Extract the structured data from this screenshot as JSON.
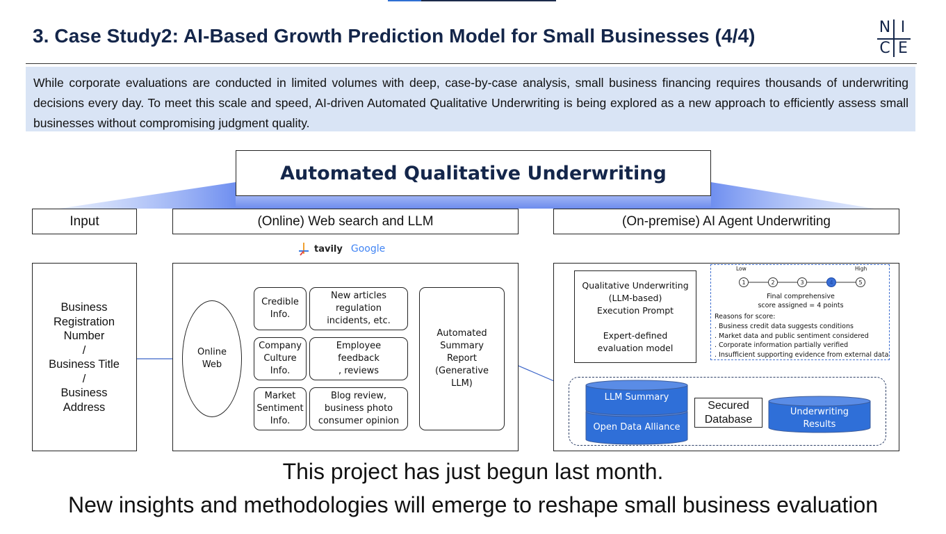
{
  "title": "3. Case Study2: AI-Based Growth Prediction Model for Small Businesses (4/4)",
  "logo": {
    "letters": [
      "N",
      "I",
      "C",
      "E"
    ]
  },
  "intro": "While corporate evaluations are conducted in limited volumes with deep, case-by-case analysis, small business financing requires thousands of underwriting decisions every day. To meet this scale and speed, AI-driven Automated Qualitative Underwriting is being explored as a new approach to efficiently assess small businesses without compromising judgment quality.",
  "diagram": {
    "main_title": "Automated Qualitative Underwriting",
    "headers": {
      "input": "Input",
      "online": "(Online) Web search and LLM",
      "onprem": "(On-premise) AI Agent Underwriting"
    },
    "tools": {
      "tavily": "tavily",
      "google": "Google"
    },
    "input_lines": [
      "Business",
      "Registration",
      "Number",
      "/",
      "Business Title",
      "/",
      "Business",
      "Address"
    ],
    "online_web": [
      "Online",
      "Web"
    ],
    "categories": [
      {
        "label": [
          "Credible",
          "Info."
        ],
        "detail": [
          "New articles",
          "regulation",
          "incidents, etc."
        ]
      },
      {
        "label": [
          "Company",
          "Culture",
          "Info."
        ],
        "detail": [
          "Employee",
          "feedback",
          ", reviews"
        ]
      },
      {
        "label": [
          "Market",
          "Sentiment",
          "Info."
        ],
        "detail": [
          "Blog review,",
          "business photo",
          "consumer opinion"
        ]
      }
    ],
    "summary_report": [
      "Automated",
      "Summary",
      "Report",
      "(Generative",
      "LLM)"
    ],
    "prompt_box": [
      "Qualitative Underwriting",
      "(LLM-based)",
      "Execution Prompt",
      "",
      "Expert-defined",
      "evaluation model"
    ],
    "score_panel": {
      "low": "Low",
      "high": "High",
      "scale": [
        "1",
        "2",
        "3",
        "4",
        "5"
      ],
      "selected": 4,
      "final": [
        "Final comprehensive",
        "score assigned = 4 points"
      ],
      "reasons_title": "Reasons for score:",
      "reasons": [
        ". Business credit data suggests conditions",
        ". Market data and public sentiment considered",
        ". Corporate information partially verified",
        ". Insufficient supporting evidence from external data"
      ]
    },
    "database": {
      "llm_summary": "LLM Summary",
      "open_data": "Open Data Alliance",
      "secured": [
        "Secured",
        "Database"
      ],
      "results": [
        "Underwriting",
        "Results"
      ]
    },
    "colors": {
      "navy": "#14264a",
      "blue": "#2f6fd8",
      "band": "#d9e4f5"
    }
  },
  "footer": {
    "line1": "This project has just begun last month.",
    "line2": "New insights and methodologies will emerge to reshape small business evaluation"
  }
}
